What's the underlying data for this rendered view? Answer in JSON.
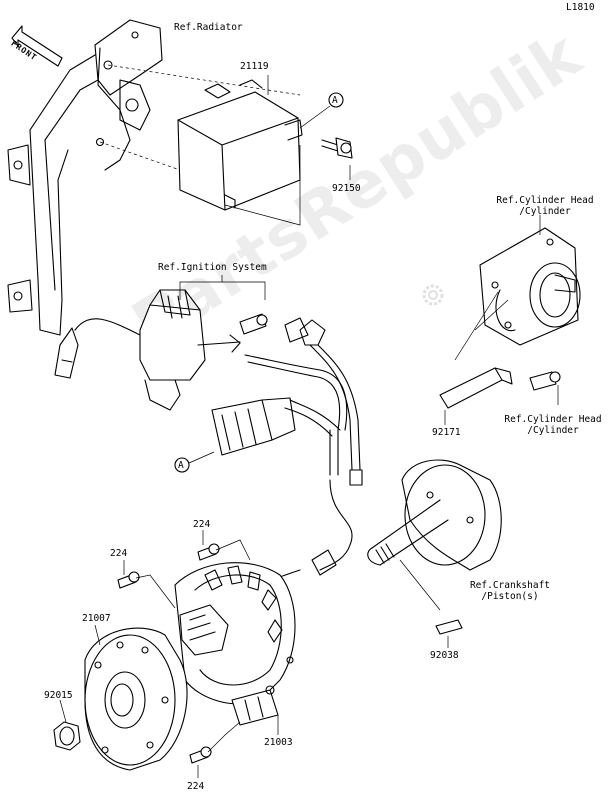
{
  "diagram_code": "L1810",
  "front_marker": "FRONT",
  "watermark": "PartsRepublik",
  "refs": {
    "radiator": "Ref.Radiator",
    "ignition_system": "Ref.Ignition System",
    "cylinder_head_top": [
      "Ref.Cylinder Head",
      "/Cylinder"
    ],
    "cylinder_head_bottom": [
      "Ref.Cylinder Head",
      "/Cylinder"
    ],
    "crankshaft": [
      "Ref.Crankshaft",
      "/Piston(s)"
    ]
  },
  "callout": "A",
  "parts": {
    "p21119": "21119",
    "p92150": "92150",
    "p92171": "92171",
    "p224_top": "224",
    "p224_left": "224",
    "p224_bottom": "224",
    "p21007": "21007",
    "p92015": "92015",
    "p21003": "21003",
    "p92038": "92038"
  }
}
